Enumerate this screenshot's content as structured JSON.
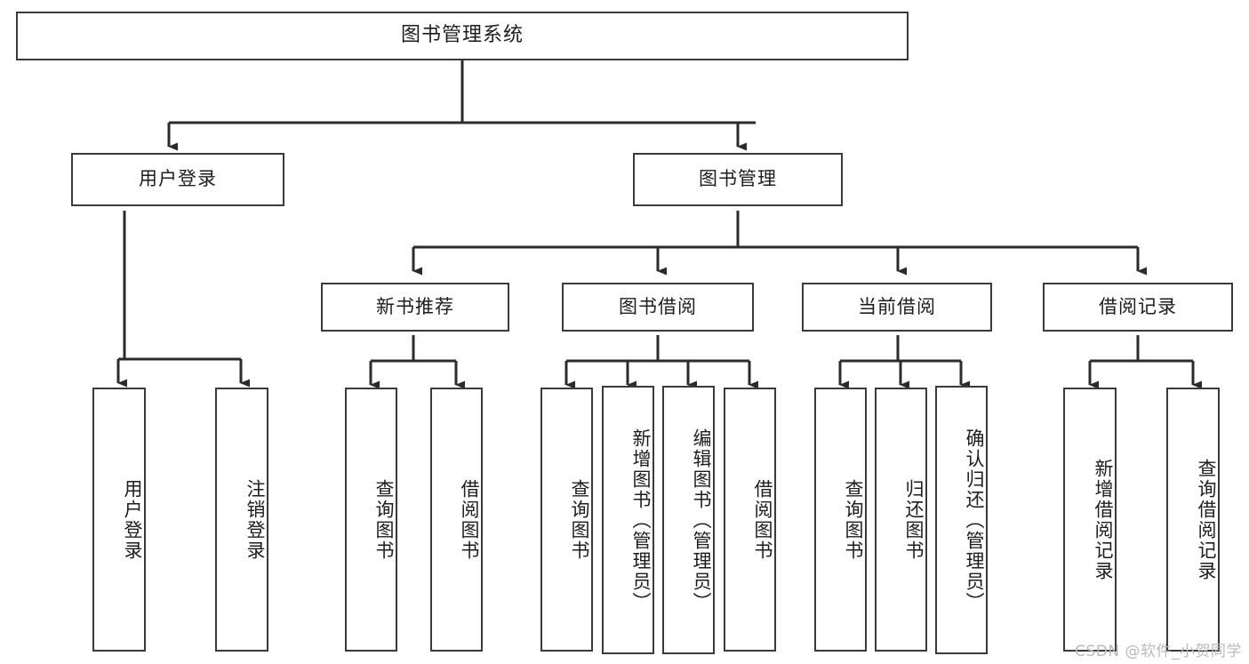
{
  "diagram": {
    "title": "图书管理系统",
    "type": "tree",
    "watermark": "CSDN @软件_小贺同学",
    "colors": {
      "box_border": "#3a3a3a",
      "box_fill": "#ffffff",
      "edge": "#2b2b2b",
      "text": "#1d1d1d",
      "watermark": "#b9b9b9",
      "background": "#ffffff"
    },
    "levels": {
      "level1": [
        {
          "id": "root",
          "label": "图书管理系统"
        }
      ],
      "level2": [
        {
          "id": "user-login",
          "label": "用户登录"
        },
        {
          "id": "book-manage",
          "label": "图书管理"
        }
      ],
      "level3": [
        {
          "id": "new-book-recommend",
          "label": "新书推荐",
          "parent": "book-manage"
        },
        {
          "id": "book-borrow",
          "label": "图书借阅",
          "parent": "book-manage"
        },
        {
          "id": "current-borrow",
          "label": "当前借阅",
          "parent": "book-manage"
        },
        {
          "id": "borrow-record",
          "label": "借阅记录",
          "parent": "book-manage"
        }
      ],
      "leaves": [
        {
          "id": "leaf-user-login",
          "label": "用户登录",
          "parent": "user-login"
        },
        {
          "id": "leaf-user-logout",
          "label": "注销登录",
          "parent": "user-login"
        },
        {
          "id": "leaf-query-book-1",
          "label": "查询图书",
          "parent": "new-book-recommend"
        },
        {
          "id": "leaf-borrow-book-1",
          "label": "借阅图书",
          "parent": "new-book-recommend"
        },
        {
          "id": "leaf-query-book-2",
          "label": "查询图书",
          "parent": "book-borrow"
        },
        {
          "id": "leaf-add-book",
          "label": "新增图书（管理员）",
          "parent": "book-borrow"
        },
        {
          "id": "leaf-edit-book",
          "label": "编辑图书（管理员）",
          "parent": "book-borrow"
        },
        {
          "id": "leaf-borrow-book-2",
          "label": "借阅图书",
          "parent": "book-borrow"
        },
        {
          "id": "leaf-query-book-3",
          "label": "查询图书",
          "parent": "current-borrow"
        },
        {
          "id": "leaf-return-book",
          "label": "归还图书",
          "parent": "current-borrow"
        },
        {
          "id": "leaf-confirm-return",
          "label": "确认归还（管理员）",
          "parent": "current-borrow"
        },
        {
          "id": "leaf-add-record",
          "label": "新增借阅记录",
          "parent": "borrow-record"
        },
        {
          "id": "leaf-query-record",
          "label": "查询借阅记录",
          "parent": "borrow-record"
        }
      ]
    }
  }
}
